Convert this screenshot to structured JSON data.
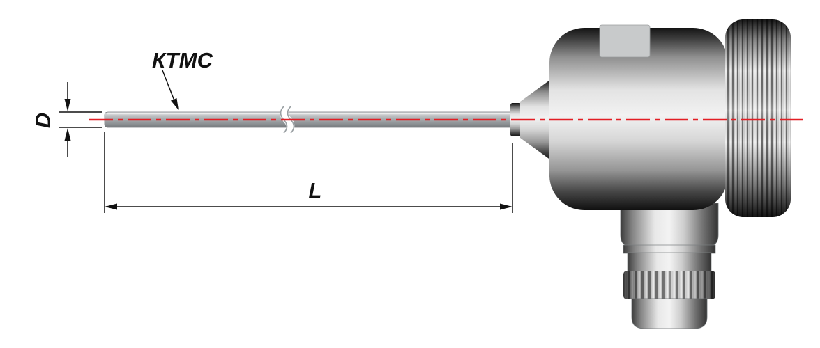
{
  "drawing": {
    "labels": {
      "cable": "КТМС",
      "diameter": "D",
      "length": "L"
    },
    "colors": {
      "centerline": "#e31e24",
      "dimension": "#111111"
    }
  }
}
